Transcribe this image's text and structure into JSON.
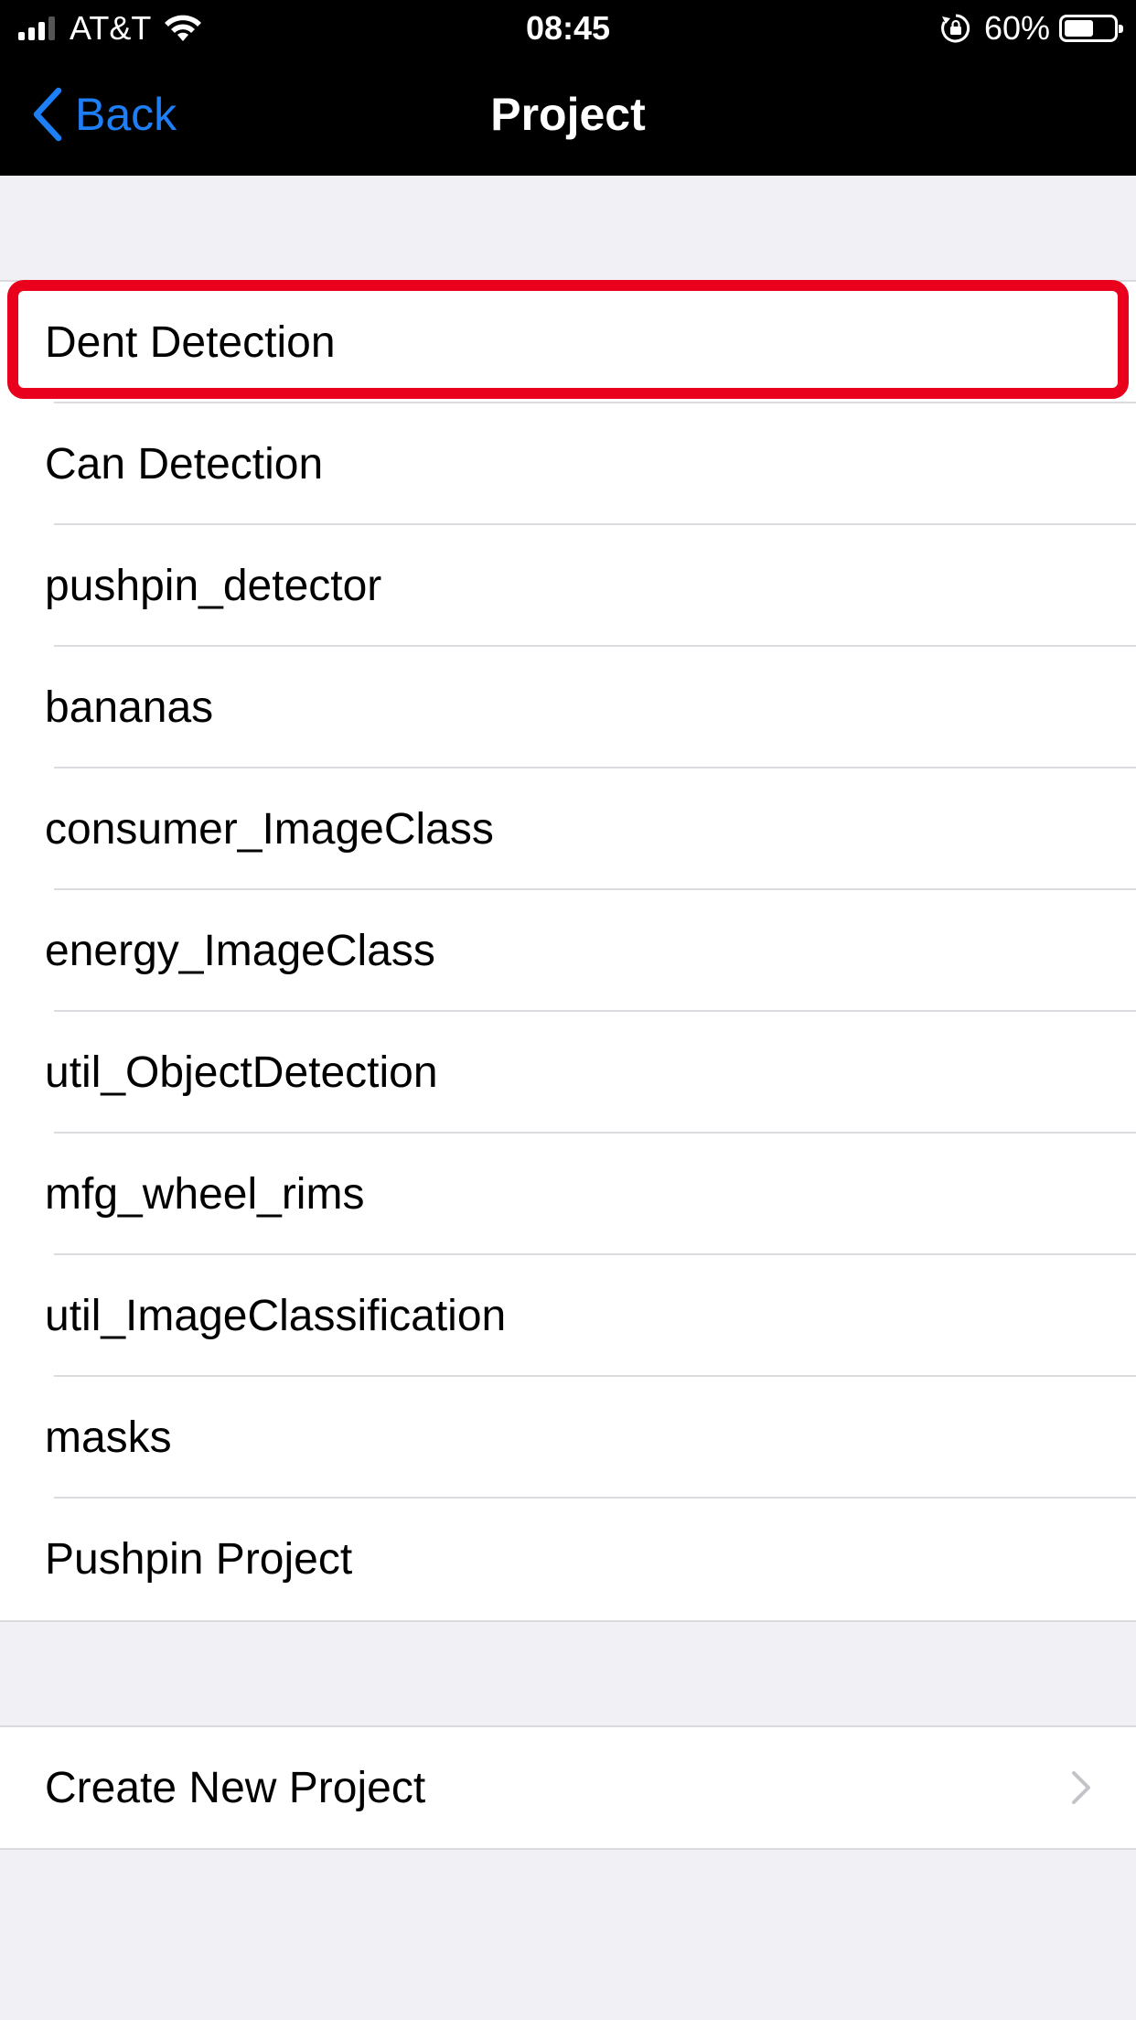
{
  "status": {
    "carrier": "AT&T",
    "time": "08:45",
    "battery_percent": "60%",
    "battery_level": 0.6
  },
  "nav": {
    "back_label": "Back",
    "title": "Project"
  },
  "projects": [
    "Dent Detection",
    "Can Detection",
    "pushpin_detector",
    "bananas",
    "consumer_ImageClass",
    "energy_ImageClass",
    "util_ObjectDetection",
    "mfg_wheel_rims",
    "util_ImageClassification",
    "masks",
    "Pushpin Project"
  ],
  "create": {
    "label": "Create New Project"
  },
  "colors": {
    "accent": "#1e7ef5",
    "highlight": "#e8001c",
    "background": "#f0f0f5"
  }
}
